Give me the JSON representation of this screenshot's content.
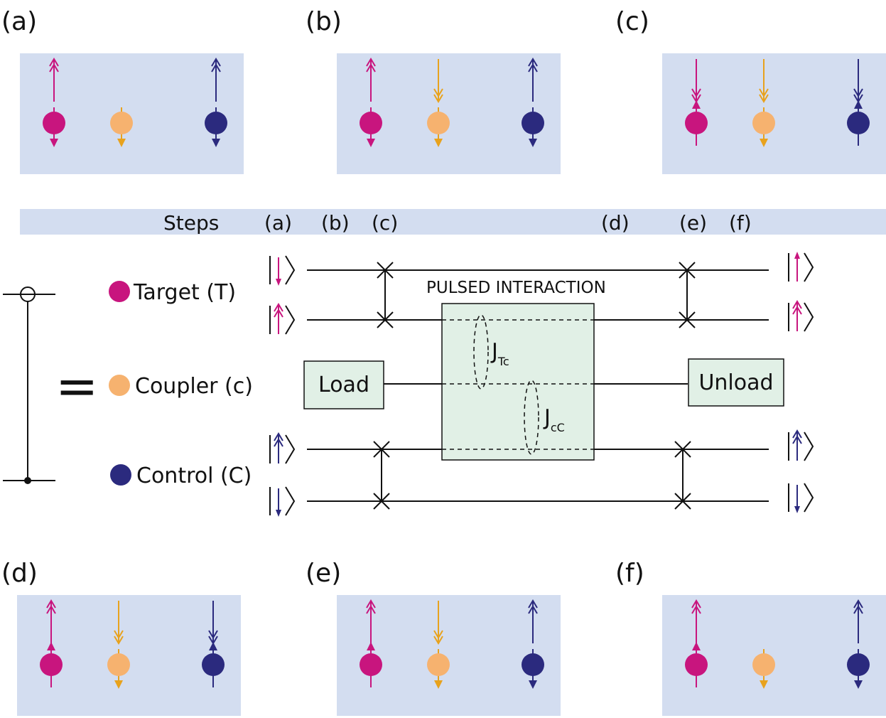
{
  "colors": {
    "target": "#c8157e",
    "coupler": "#f6b26f",
    "control": "#2b2a7e",
    "coupler_arrow": "#e8a21d",
    "panel": "#d3ddf0",
    "box": "#e1f0e6"
  },
  "panel_labels": [
    "(a)",
    "(b)",
    "(c)",
    "(d)",
    "(e)",
    "(f)"
  ],
  "panels": [
    {
      "spins": [
        {
          "field": "up",
          "spin": "down"
        },
        {
          "field": "none",
          "spin": "down"
        },
        {
          "field": "up",
          "spin": "down"
        }
      ]
    },
    {
      "spins": [
        {
          "field": "up",
          "spin": "down"
        },
        {
          "field": "down",
          "spin": "down"
        },
        {
          "field": "up",
          "spin": "down"
        }
      ]
    },
    {
      "spins": [
        {
          "field": "down",
          "spin": "up"
        },
        {
          "field": "down",
          "spin": "down"
        },
        {
          "field": "down",
          "spin": "up"
        }
      ]
    },
    {
      "spins": [
        {
          "field": "up",
          "spin": "up"
        },
        {
          "field": "down",
          "spin": "down"
        },
        {
          "field": "down",
          "spin": "up"
        }
      ]
    },
    {
      "spins": [
        {
          "field": "up",
          "spin": "up"
        },
        {
          "field": "down",
          "spin": "down"
        },
        {
          "field": "up",
          "spin": "down"
        }
      ]
    },
    {
      "spins": [
        {
          "field": "up",
          "spin": "up"
        },
        {
          "field": "none",
          "spin": "down"
        },
        {
          "field": "up",
          "spin": "down"
        }
      ]
    }
  ],
  "steps": {
    "title": "Steps",
    "labels": [
      "(a)",
      "(b)",
      "(c)",
      "(d)",
      "(e)",
      "(f)"
    ]
  },
  "legend": {
    "target": "Target (T)",
    "coupler": "Coupler (c)",
    "control": "Control (C)"
  },
  "equals": "=",
  "circuit": {
    "pulsed_title": "PULSED INTERACTION",
    "load": "Load",
    "unload": "Unload",
    "j_tc": {
      "main": "J",
      "sub": "Tc"
    },
    "j_cc": {
      "main": "J",
      "sub": "cC"
    },
    "input_kets": [
      {
        "arrow": "single-down",
        "color": "target"
      },
      {
        "arrow": "double-up",
        "color": "target"
      },
      {
        "arrow": "double-up",
        "color": "control"
      },
      {
        "arrow": "single-down",
        "color": "control"
      }
    ],
    "output_kets": [
      {
        "arrow": "single-up",
        "color": "target"
      },
      {
        "arrow": "double-up",
        "color": "target"
      },
      {
        "arrow": "double-up",
        "color": "control"
      },
      {
        "arrow": "single-down",
        "color": "control"
      }
    ]
  }
}
